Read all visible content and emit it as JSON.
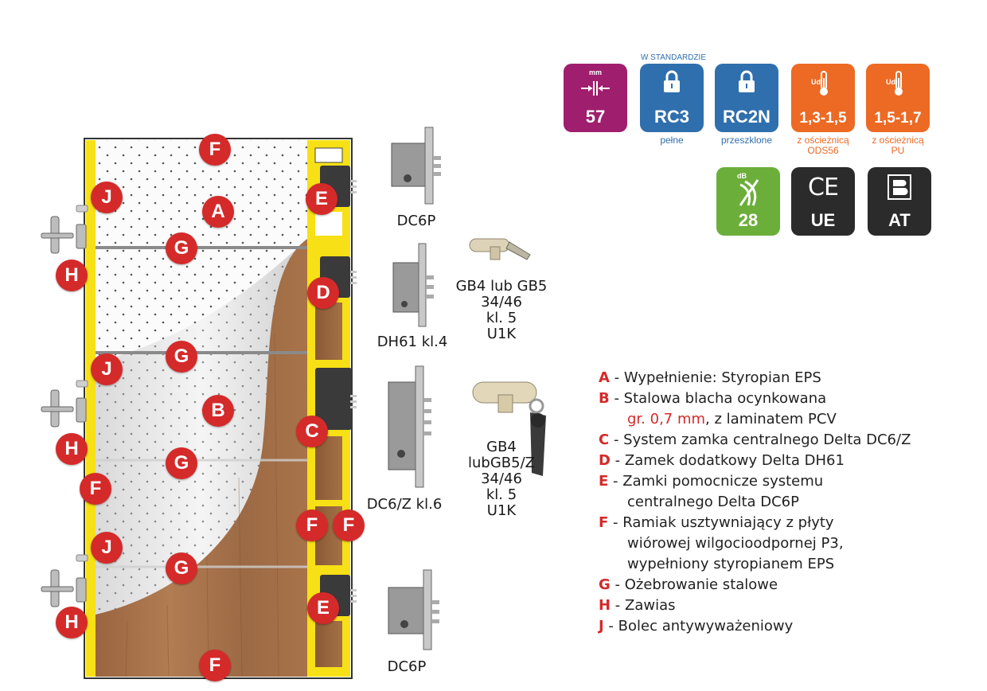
{
  "colors": {
    "marker": "#d42a2a",
    "frame_yellow": "#f7e016",
    "wood": "#a8734a",
    "badge_purple": "#a01e6e",
    "badge_blue": "#2f6fae",
    "badge_orange": "#ec6a24",
    "badge_green": "#6cae3a",
    "badge_dark": "#2b2b2b"
  },
  "markers": {
    "F_top": "F",
    "A": "A",
    "J1": "J",
    "E1": "E",
    "G1": "G",
    "H1": "H",
    "D": "D",
    "G2": "G",
    "J2": "J",
    "B": "B",
    "C": "C",
    "H2": "H",
    "G3": "G",
    "F_left": "F",
    "F_right1": "F",
    "F_right2": "F",
    "J3": "J",
    "G4": "G",
    "E2": "E",
    "H3": "H",
    "F_bottom": "F"
  },
  "components": {
    "dc6p_top": "DC6P",
    "dh61": "DH61 kl.4",
    "gb_top": [
      "GB4 lub GB5",
      "34/46",
      "kl. 5",
      "U1K"
    ],
    "dcz": "DC6/Z kl.6",
    "gb_bottom": [
      "GB4",
      "lubGB5/Z",
      "34/46",
      "kl. 5",
      "U1K"
    ],
    "dc6p_bottom": "DC6P"
  },
  "badges": {
    "thickness": {
      "unit": "mm",
      "value": "57",
      "icon": "thickness-arrows-icon"
    },
    "standard_caption": "W STANDARDZIE",
    "rc3": {
      "value": "RC3",
      "caption": "pełne",
      "icon": "padlock-icon"
    },
    "rc2n": {
      "value": "RC2N",
      "caption": "przeszklone",
      "icon": "padlock-icon"
    },
    "ud1": {
      "label": "Ud",
      "value": "1,3-1,5",
      "caption1": "z ościeżnicą",
      "caption2": "ODS56",
      "icon": "thermometer-icon"
    },
    "ud2": {
      "label": "Ud",
      "value": "1,5-1,7",
      "caption1": "z ościeżnicą",
      "caption2": "PU",
      "icon": "thermometer-icon"
    },
    "db": {
      "unit": "dB",
      "value": "28",
      "icon": "sound-muted-icon"
    },
    "ce": {
      "mark": "CE",
      "value": "UE",
      "icon": "ce-mark-icon"
    },
    "at": {
      "value": "AT",
      "icon": "building-approval-icon"
    }
  },
  "legend": [
    {
      "key": "A",
      "text": " - Wypełnienie: Styropian EPS"
    },
    {
      "key": "B",
      "text": " - Stalowa blacha ocynkowana",
      "sub": "gr. 0,7 mm",
      "sub_rest": ", z laminatem PCV"
    },
    {
      "key": "C",
      "text": " - System zamka centralnego Delta DC6/Z"
    },
    {
      "key": "D",
      "text": " - Zamek dodatkowy Delta DH61"
    },
    {
      "key": "E",
      "text": " - Zamki pomocnicze systemu",
      "line2": "centralnego Delta DC6P"
    },
    {
      "key": "F",
      "text": " - Ramiak usztywniający z płyty",
      "line2": "wiórowej wilgocioodpornej P3,",
      "line3": "wypełniony styropianem EPS"
    },
    {
      "key": "G",
      "text": " - Ożebrowanie stalowe"
    },
    {
      "key": "H",
      "text": " - Zawias"
    },
    {
      "key": "J",
      "text": " - Bolec antywyważeniowy"
    }
  ]
}
